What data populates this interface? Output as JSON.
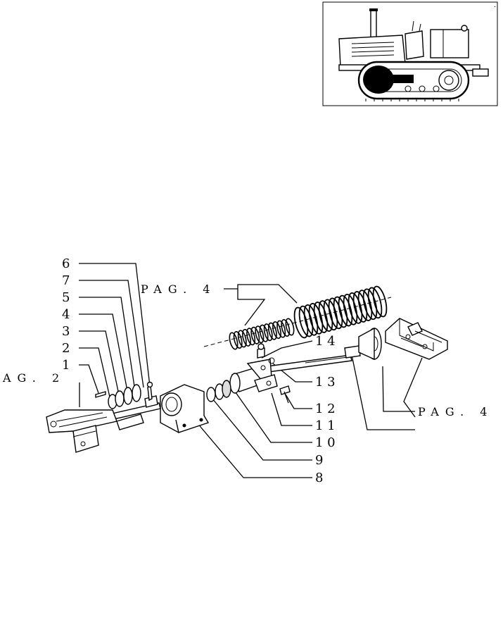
{
  "callouts": [
    {
      "id": "c6",
      "text": "6"
    },
    {
      "id": "c7",
      "text": "7"
    },
    {
      "id": "c5",
      "text": "5"
    },
    {
      "id": "c4",
      "text": "4"
    },
    {
      "id": "c3",
      "text": "3"
    },
    {
      "id": "c2",
      "text": "2"
    },
    {
      "id": "c1",
      "text": "1"
    },
    {
      "id": "c14",
      "text": "1 4"
    },
    {
      "id": "c13",
      "text": "1 3"
    },
    {
      "id": "c12",
      "text": "1 2"
    },
    {
      "id": "c11",
      "text": "1 1"
    },
    {
      "id": "c10",
      "text": "1 0"
    },
    {
      "id": "c9",
      "text": "9"
    },
    {
      "id": "c8",
      "text": "8"
    }
  ],
  "page_refs": {
    "spring_ref": "PAG. 4",
    "left_ref": "AG. 2",
    "right_ref": "PAG. 4"
  },
  "inset": {
    "marker": "."
  }
}
